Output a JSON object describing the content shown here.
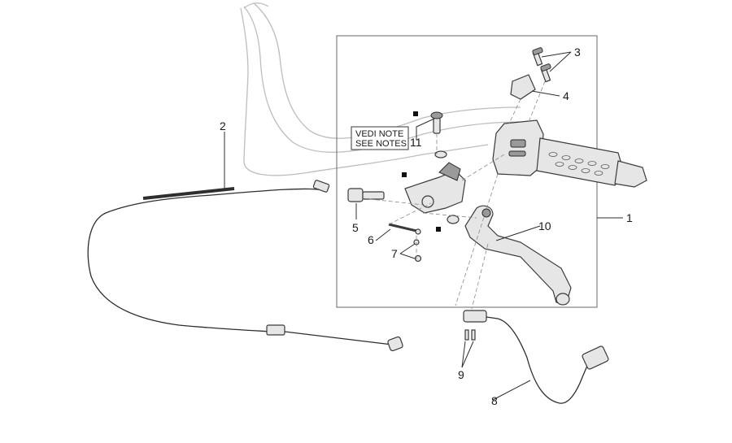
{
  "diagram": {
    "note_lines": [
      "VEDI NOTE",
      "SEE NOTES"
    ],
    "callouts": {
      "c1": "1",
      "c2": "2",
      "c3": "3",
      "c4": "4",
      "c5": "5",
      "c6": "6",
      "c7": "7",
      "c8": "8",
      "c9": "9",
      "c10": "10",
      "c11": "11"
    }
  }
}
